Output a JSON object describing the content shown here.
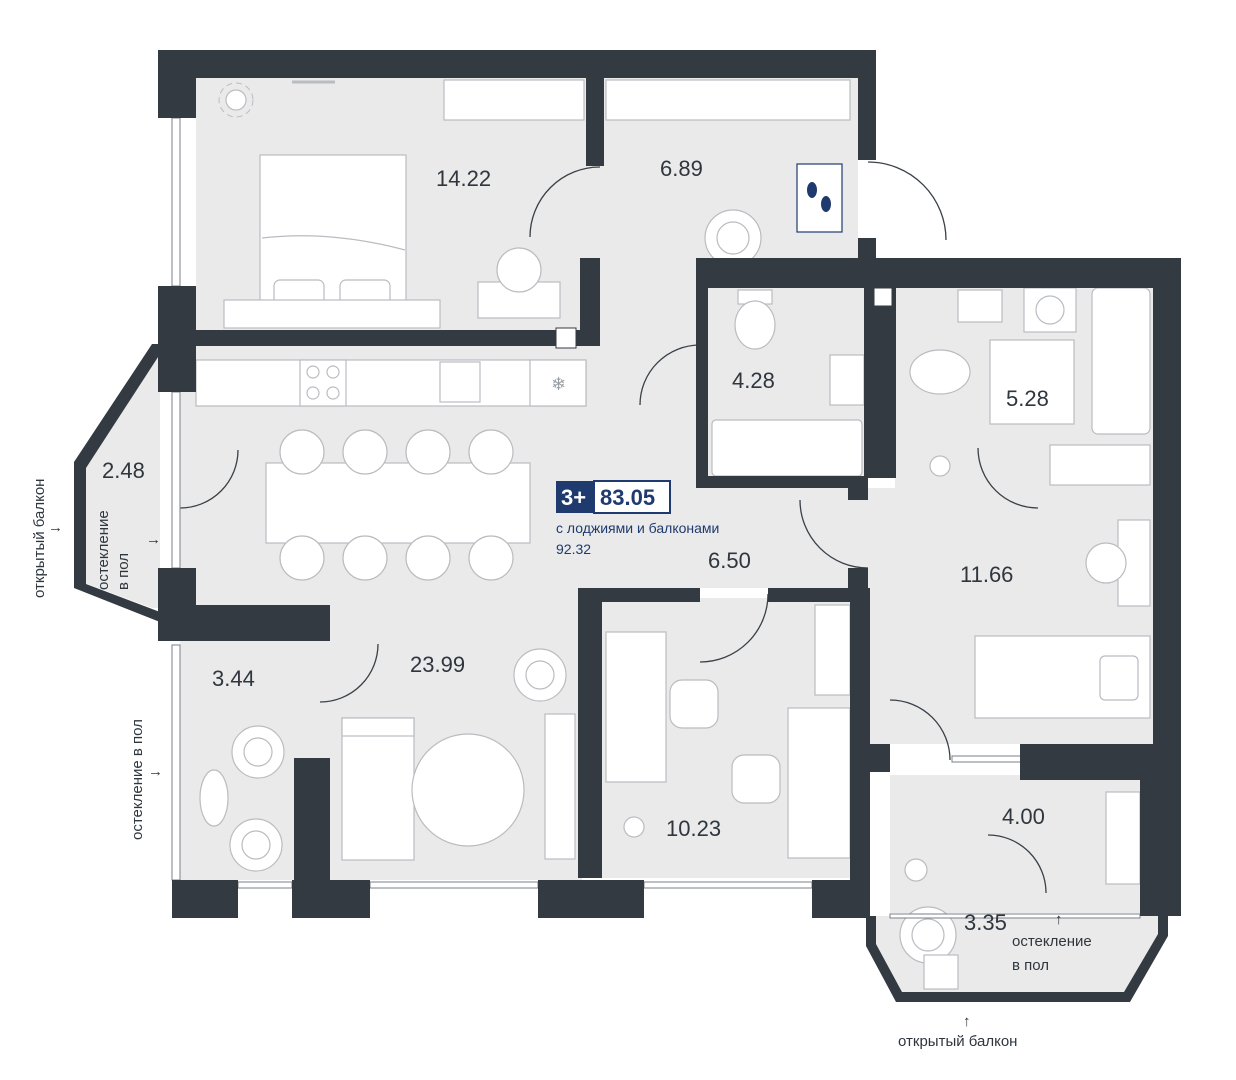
{
  "colors": {
    "wall": "#343a42",
    "floor": "#eaeaea",
    "furniture_stroke": "#b9bcc0",
    "badge_fill": "#1f3a6e",
    "badge_text_light": "#ffffff",
    "summary_text": "#1f3a6e"
  },
  "rooms": [
    {
      "id": "bedroom-main",
      "area": "14.22"
    },
    {
      "id": "hall",
      "area": "6.89"
    },
    {
      "id": "wc",
      "area": "4.28"
    },
    {
      "id": "bathroom",
      "area": "5.28"
    },
    {
      "id": "balcony-left",
      "area": "2.48"
    },
    {
      "id": "corridor",
      "area": "6.50"
    },
    {
      "id": "bedroom-2",
      "area": "11.66"
    },
    {
      "id": "loggia-left",
      "area": "3.44"
    },
    {
      "id": "living-kitchen",
      "area": "23.99"
    },
    {
      "id": "study",
      "area": "10.23"
    },
    {
      "id": "loggia-right",
      "area": "4.00"
    },
    {
      "id": "balcony-bottom",
      "area": "3.35"
    }
  ],
  "summary": {
    "rooms_badge": "3+",
    "total_area": "83.05",
    "with_balconies_label": "с лоджиями и балконами",
    "with_balconies_area": "92.32"
  },
  "annotations": {
    "open_balcony": "открытый балкон",
    "floor_glazing_line1": "остекление",
    "floor_glazing_line2": "в пол",
    "floor_glazing_full": "остекление в пол",
    "arrow_right": "→",
    "arrow_up": "↑"
  },
  "icons": [
    "footprints-icon",
    "snowflake-icon",
    "plant-icon",
    "bed-icon",
    "bathtub-icon",
    "toilet-icon",
    "sink-icon",
    "washer-icon",
    "chair-icon",
    "sofa-icon",
    "round-table-icon",
    "stove-icon",
    "desk-icon"
  ]
}
